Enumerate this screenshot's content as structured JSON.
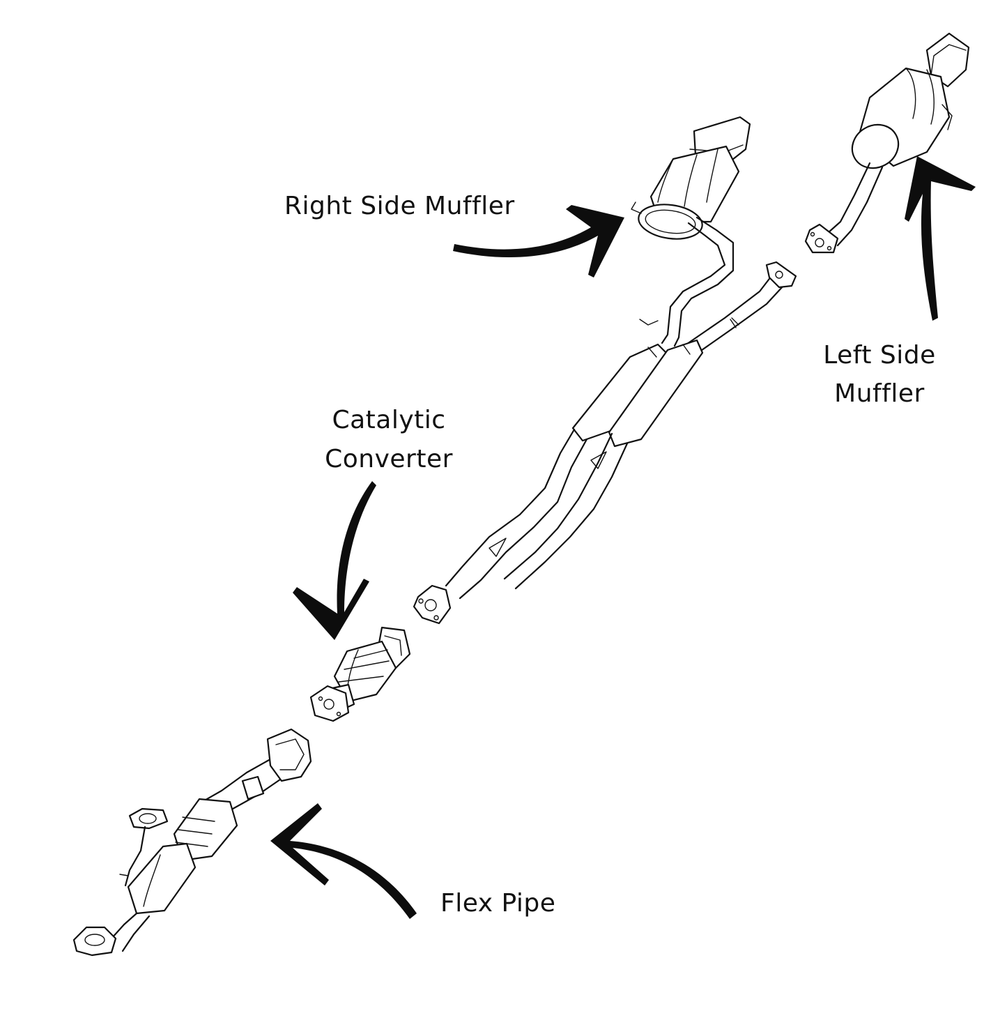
{
  "labels": {
    "right_muffler": "Right Side Muffler",
    "left_muffler_line1": "Left Side",
    "left_muffler_line2": "Muffler",
    "catalytic_line1": "Catalytic",
    "catalytic_line2": "Converter",
    "flex_pipe": "Flex Pipe"
  },
  "colors": {
    "background": "#ffffff",
    "ink": "#111111",
    "arrow": "#0d0d0d"
  }
}
